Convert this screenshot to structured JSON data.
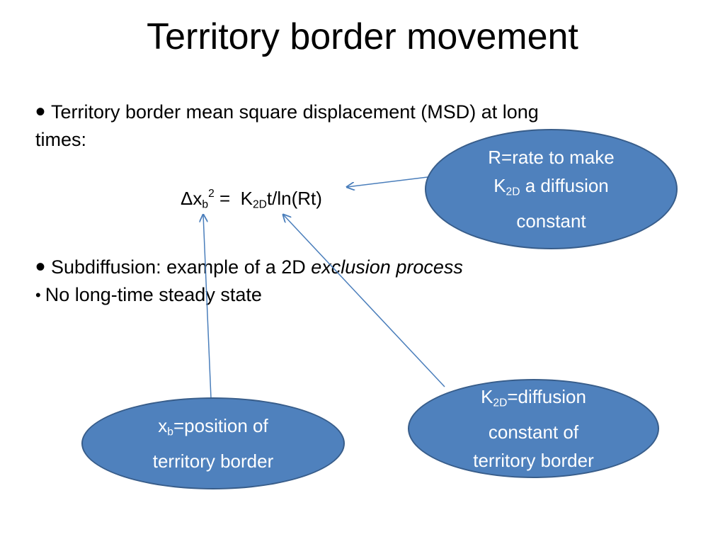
{
  "slide": {
    "title": "Territory border movement",
    "bullets": {
      "msd_line1": "Territory border mean square displacement (MSD) at long",
      "msd_line2": "times:",
      "subdiffusion_prefix": "Subdiffusion: example of a 2D ",
      "subdiffusion_italic": "exclusion process",
      "steady_state": "No long-time steady state"
    },
    "equation": {
      "delta": "Δ",
      "x": "x",
      "x_sub": "b",
      "x_sup": "2",
      "equals": " =  ",
      "k": "K",
      "k_sub": "2D",
      "rest": "t/ln(Rt)"
    },
    "bubbles": {
      "rate": {
        "line1": "R=rate to make",
        "k": "K",
        "k_sub": "2D",
        "line2_rest": " a diffusion",
        "line3": "constant"
      },
      "position": {
        "x": "x",
        "x_sub": "b",
        "line1_rest": "=position of",
        "line2": "territory border"
      },
      "diffusion": {
        "k": "K",
        "k_sub": "2D",
        "line1_rest": "=diffusion",
        "line2": "constant of",
        "line3": "territory border"
      }
    },
    "colors": {
      "bubble_fill": "#4f81bd",
      "bubble_border": "#385d8a",
      "arrow": "#4a7ebb"
    }
  }
}
